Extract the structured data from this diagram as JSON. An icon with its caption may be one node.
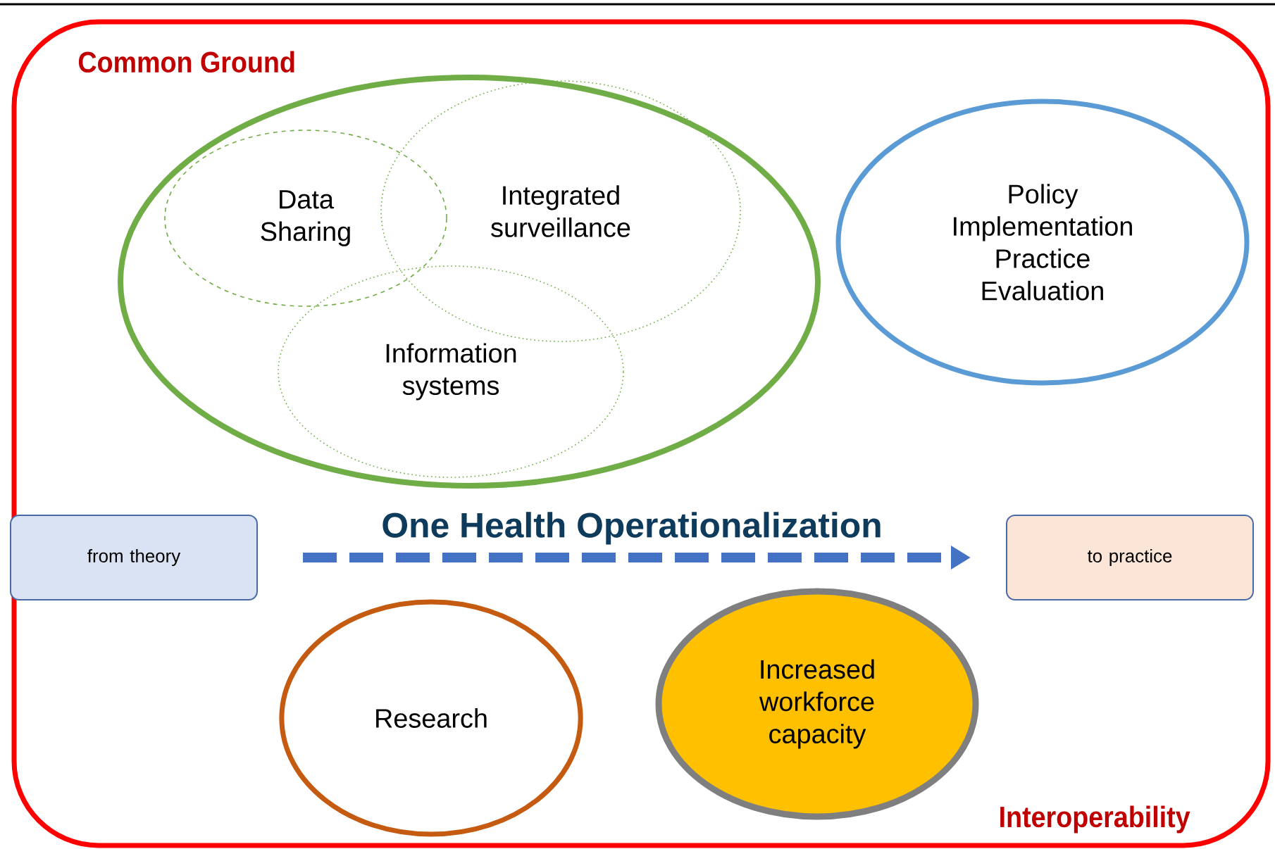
{
  "diagram": {
    "nodes": [
      {
        "text": [
          "Common Ground",
          "Interoperability"
        ]
      },
      {
        "text": [],
        "shape": "circle",
        "in": 0
      },
      {
        "text": [
          "Data Sharing"
        ],
        "in": 1
      },
      {
        "text": [
          "Integrated surveillance"
        ],
        "in": 1
      },
      {
        "text": [
          "Information systems"
        ],
        "in": 1
      },
      {
        "text": [
          "Policy Implementation Practice Evaluation"
        ],
        "in": 0
      },
      {
        "text": [
          "from theory"
        ],
        "in": 0
      },
      {
        "text": [
          "to practice"
        ],
        "in": 0
      },
      {
        "text": [
          "Research"
        ],
        "in": 0
      },
      {
        "text": [
          "Increased workforce capacity"
        ],
        "in": 0
      }
    ],
    "edges": [
      {
        "from": 6,
        "to": 7,
        "arrow": "to",
        "label": "One Health Operationalization",
        "style": "dashed",
        "color": "#4472c4"
      }
    ]
  }
}
